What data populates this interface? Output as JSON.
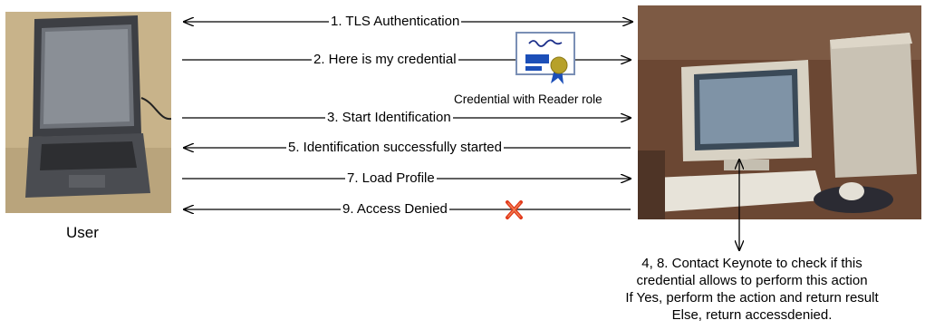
{
  "user_label": "User",
  "messages": [
    {
      "text": "1. TLS Authentication"
    },
    {
      "text": "2. Here is my credential"
    },
    {
      "text": "3. Start Identification"
    },
    {
      "text": "5. Identification successfully started"
    },
    {
      "text": "7. Load Profile"
    },
    {
      "text": "9. Access Denied"
    }
  ],
  "credential_caption": "Credential with Reader role",
  "server_note": {
    "lines": [
      "4, 8. Contact Keynote to check if this",
      "credential allows to perform this action",
      "If Yes, perform the action and return result",
      "Else, return accessdenied."
    ]
  },
  "icons": {
    "user": "laptop-icon",
    "server": "desktop-computer-icon",
    "credential": "certificate-icon",
    "denied": "red-x-icon"
  },
  "colors": {
    "denied_mark": "#e23a1c",
    "certificate_ribbon": "#1c4fb8",
    "certificate_seal": "#b7a12a"
  }
}
